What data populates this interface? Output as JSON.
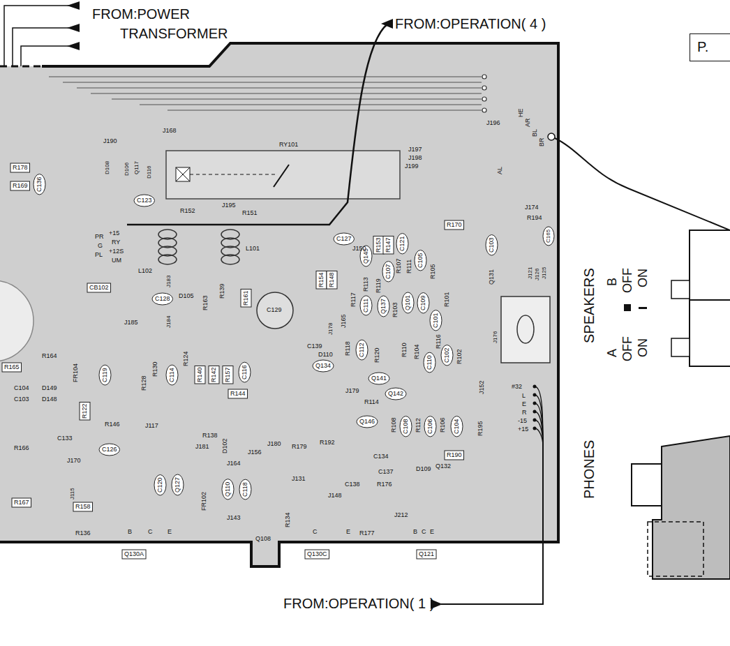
{
  "diagram": {
    "nodes": [
      {
        "text": [
          "P."
        ]
      }
    ],
    "labels": [
      "FROM:POWER TRANSFORMER",
      "FROM:OPERATION( 4 )",
      "FROM:OPERATION( 1 )",
      "SPEAKERS",
      "A",
      "OFF",
      "ON",
      "B",
      "OFF",
      "ON",
      "PHONES",
      "#32",
      "L",
      "E",
      "R",
      "-15",
      "+15",
      "HE",
      "AR",
      "BL",
      "BR",
      "AL",
      "PR",
      "G",
      "PL",
      "+15",
      "RY",
      "+12S",
      "UM",
      "CB102",
      "RY101",
      "L102",
      "L101",
      "J168",
      "J190",
      "J196",
      "J197",
      "J198",
      "J199",
      "R178",
      "R169",
      "C136",
      "D108",
      "D106",
      "Q117",
      "D116",
      "C123",
      "J195",
      "R152",
      "R151",
      "C127",
      "R153",
      "R147",
      "C121",
      "R170",
      "J174",
      "R194",
      "C165",
      "J150",
      "J121",
      "J126",
      "J125",
      "C103",
      "Q131",
      "R105",
      "C105",
      "R111",
      "R107",
      "C107",
      "Q145",
      "R113",
      "R119",
      "R154",
      "R148",
      "J165",
      "R117",
      "C111",
      "Q137",
      "R103",
      "Q101",
      "C109",
      "R101",
      "C101",
      "J176",
      "C128",
      "D105",
      "R163",
      "R139",
      "R161",
      "C129",
      "J183",
      "J184",
      "J185",
      "C139",
      "D110",
      "Q134",
      "J178",
      "R118",
      "C112",
      "R120",
      "Q141",
      "R110",
      "Q142",
      "R104",
      "C110",
      "R116",
      "C102",
      "R102",
      "J152",
      "R165",
      "R164",
      "C104",
      "C103",
      "D149",
      "D148",
      "C119",
      "FR104",
      "R130",
      "R128",
      "C114",
      "R124",
      "R140",
      "R142",
      "R157",
      "C116",
      "R122",
      "R146",
      "C133",
      "R166",
      "C126",
      "J170",
      "J117",
      "R144",
      "R138",
      "J181",
      "D102",
      "J156",
      "J180",
      "R179",
      "R192",
      "J179",
      "R114",
      "Q146",
      "R108",
      "C108",
      "R112",
      "C106",
      "R106",
      "C104",
      "R195",
      "Q132",
      "C134",
      "D109",
      "R190",
      "R176",
      "C138",
      "C137",
      "J212",
      "J148",
      "J131",
      "R134",
      "J164",
      "C120",
      "Q127",
      "FR102",
      "Q110",
      "C118",
      "J143",
      "J115",
      "R167",
      "R158",
      "R136",
      "R177",
      "Q130A",
      "Q108",
      "Q130C",
      "Q121",
      "B",
      "C",
      "E",
      "C",
      "E",
      "B",
      "C",
      "E"
    ]
  }
}
